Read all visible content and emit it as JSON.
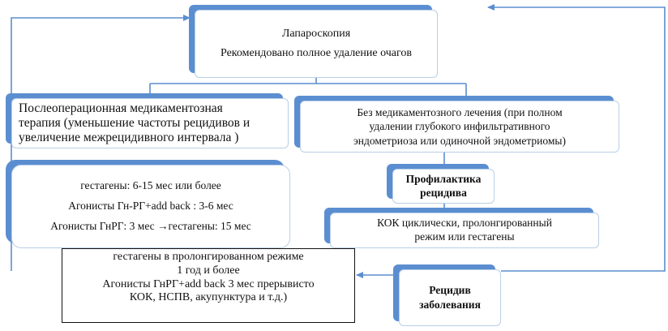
{
  "laparoscopy": {
    "line1": "Лапароскопия",
    "line2": "Рекомендовано полное удаление очагов"
  },
  "postop_therapy": {
    "line1": "Послеоперационная медикаментозная",
    "line2": "терапия (уменьшение частоты рецидивов и",
    "line3": "увеличение межрецидивного интервала )"
  },
  "without_drugs": {
    "line1": "Без медикаментозного лечения (при полном",
    "line2": "удалении глубокого инфильтративного",
    "line3": "эндометриоза или одиночной эндометриомы)"
  },
  "drug_options": {
    "line1": "гестагены: 6-15 мес или более",
    "line2": "Агонисты Гн-РГ+add back : 3-6 мес",
    "line3": "Агонисты ГнРГ: 3 мес →гестагены: 15 мес"
  },
  "prophylaxis": {
    "line1": "Профилактика",
    "line2": "рецидива"
  },
  "kok": {
    "line1": "КОК циклически, пролонгированный",
    "line2": "режим или гестагены"
  },
  "relapse": {
    "line1": "Рецидив",
    "line2": "заболевания"
  },
  "prolonged": {
    "line1": "гестагены в пролонгированном режиме",
    "line2": "1 год и более",
    "line3": "Агонисты ГнРГ+add back 3 мес прерывисто",
    "line4": "КОК, НСПВ, акупунктура и т.д.)"
  },
  "colors": {
    "connector": "#5b8ed0",
    "box_shadow": "#5b8ed0",
    "box_border": "#b9cfe6"
  }
}
